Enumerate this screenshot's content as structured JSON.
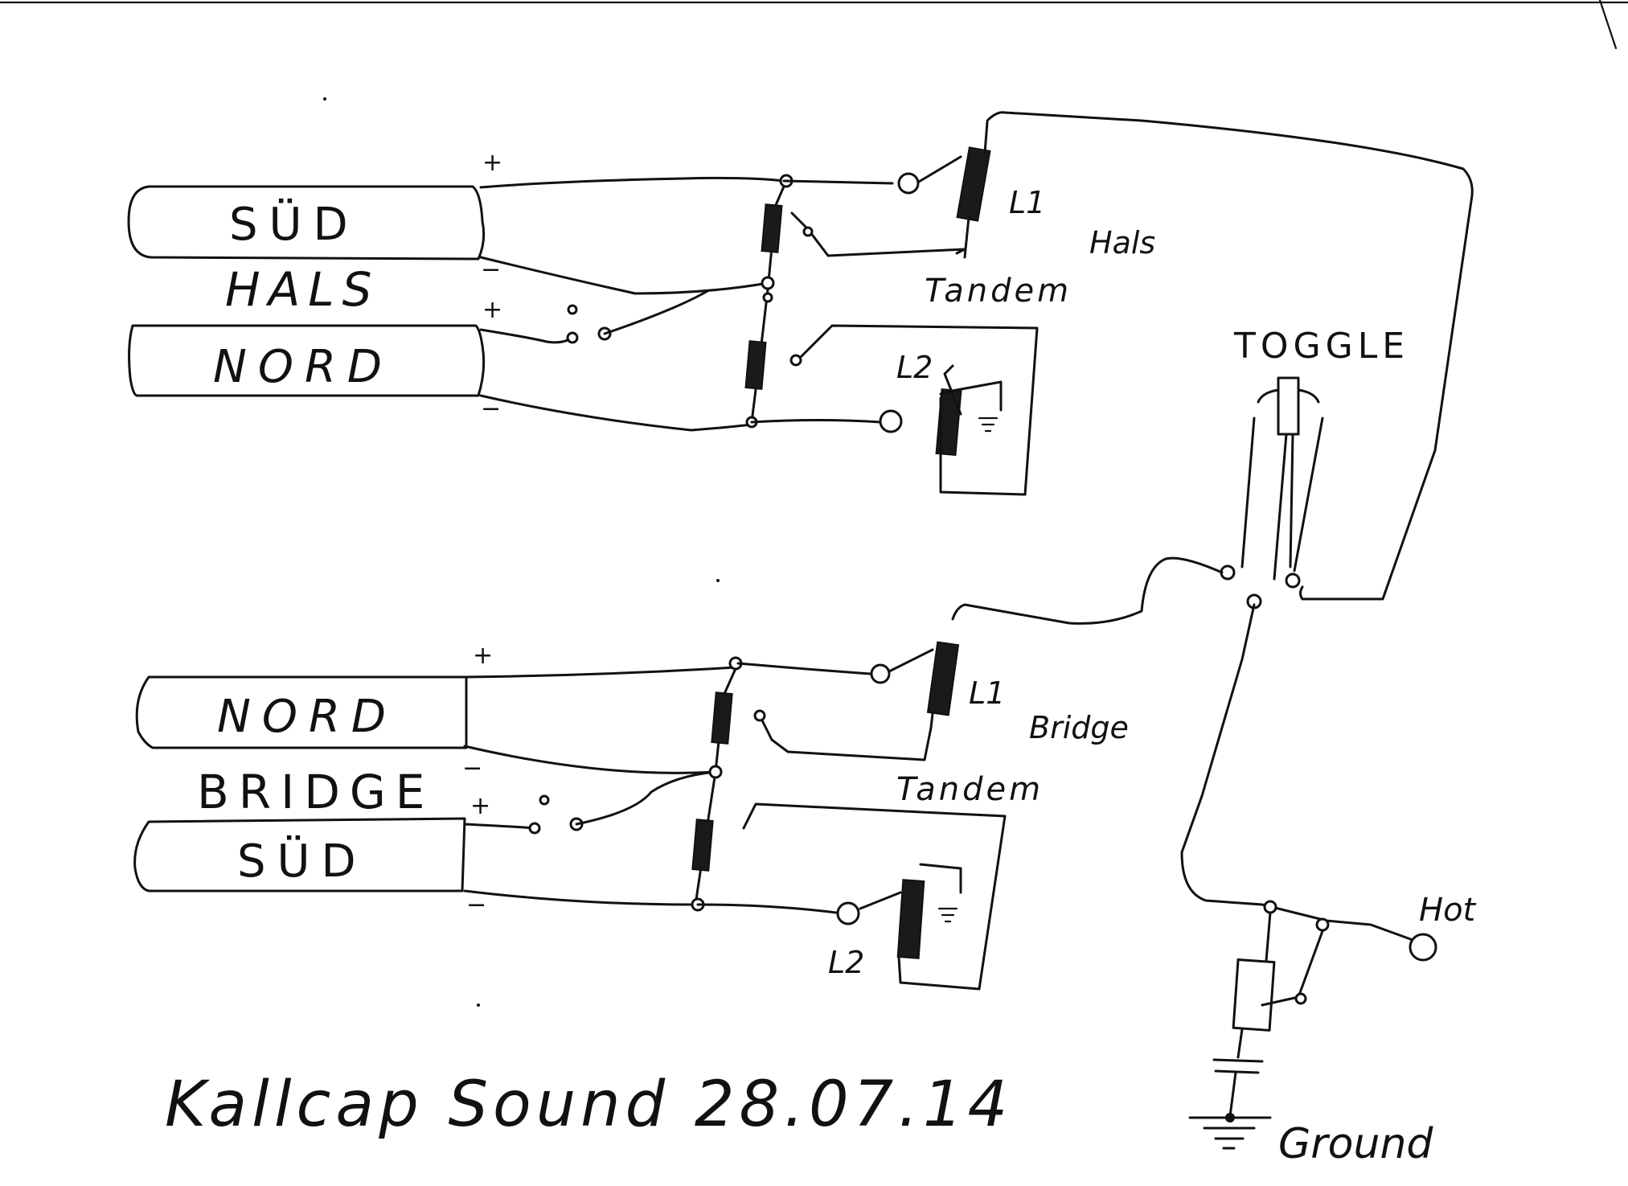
{
  "pickups": {
    "neck_top": {
      "label": "SÜD"
    },
    "neck_group": {
      "label": "HALS"
    },
    "neck_bottom": {
      "label": "NORD"
    },
    "bridge_top": {
      "label": "NORD"
    },
    "bridge_group": {
      "label": "BRIDGE"
    },
    "bridge_bottom": {
      "label": "SÜD"
    }
  },
  "polarity": {
    "plus": "+",
    "minus": "−"
  },
  "switch_labels": {
    "neck_l1": "L1",
    "neck_l2": "L2",
    "neck_section": "Hals",
    "neck_mode": "Tandem",
    "bridge_l1": "L1",
    "bridge_l2": "L2",
    "bridge_section": "Bridge",
    "bridge_mode": "Tandem",
    "toggle": "TOGGLE",
    "hot": "Hot",
    "ground": "Ground"
  },
  "signature": {
    "text": "Kallcap Sound 28.07.14"
  },
  "colors": {
    "ink": "#111111",
    "paper": "#ffffff"
  }
}
